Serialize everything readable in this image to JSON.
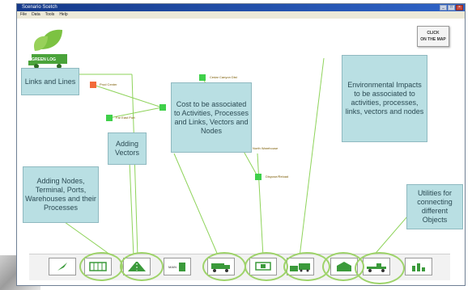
{
  "window": {
    "title": "Scenario Scetch"
  },
  "menu": [
    "File",
    "Data",
    "Tools",
    "Help"
  ],
  "click_map": {
    "line1": "CLICK",
    "line2": "ON THE MAP"
  },
  "logo": {
    "text": "GREEN LOG"
  },
  "nodes": {
    "a": "Prod Center",
    "b": "Far East Port",
    "c": "Cedar Canyon Dist",
    "d": "North Warehouse",
    "e": "Dispose/Reload"
  },
  "callouts": {
    "links": "Links and Lines",
    "vectors": "Adding Vectors",
    "cost": "Cost to be associated to Activities, Processes and Links, Vectors and Nodes",
    "environmental": "Environmental Impacts to be associated to activities, processes, links, vectors and nodes",
    "nodes": "Adding Nodes, Terminal, Ports, Warehouses and their Processes",
    "utilities": "Utilities for connecting different Objects"
  },
  "toolbar": {
    "main_label": "MAIN",
    "buttons": [
      "arrow-icon",
      "terminal-icon",
      "road-icon",
      "main-bin-icon",
      "truck-icon",
      "train-car-icon",
      "factory-truck-icon",
      "warehouse-icon",
      "tractor-icon",
      "chart-icon"
    ]
  },
  "colors": {
    "callout": "#b9dfe3",
    "node_green": "#3fd04a",
    "node_orange": "#f26b3a",
    "highlight": "#9ed36a",
    "line": "#8ed35a"
  }
}
